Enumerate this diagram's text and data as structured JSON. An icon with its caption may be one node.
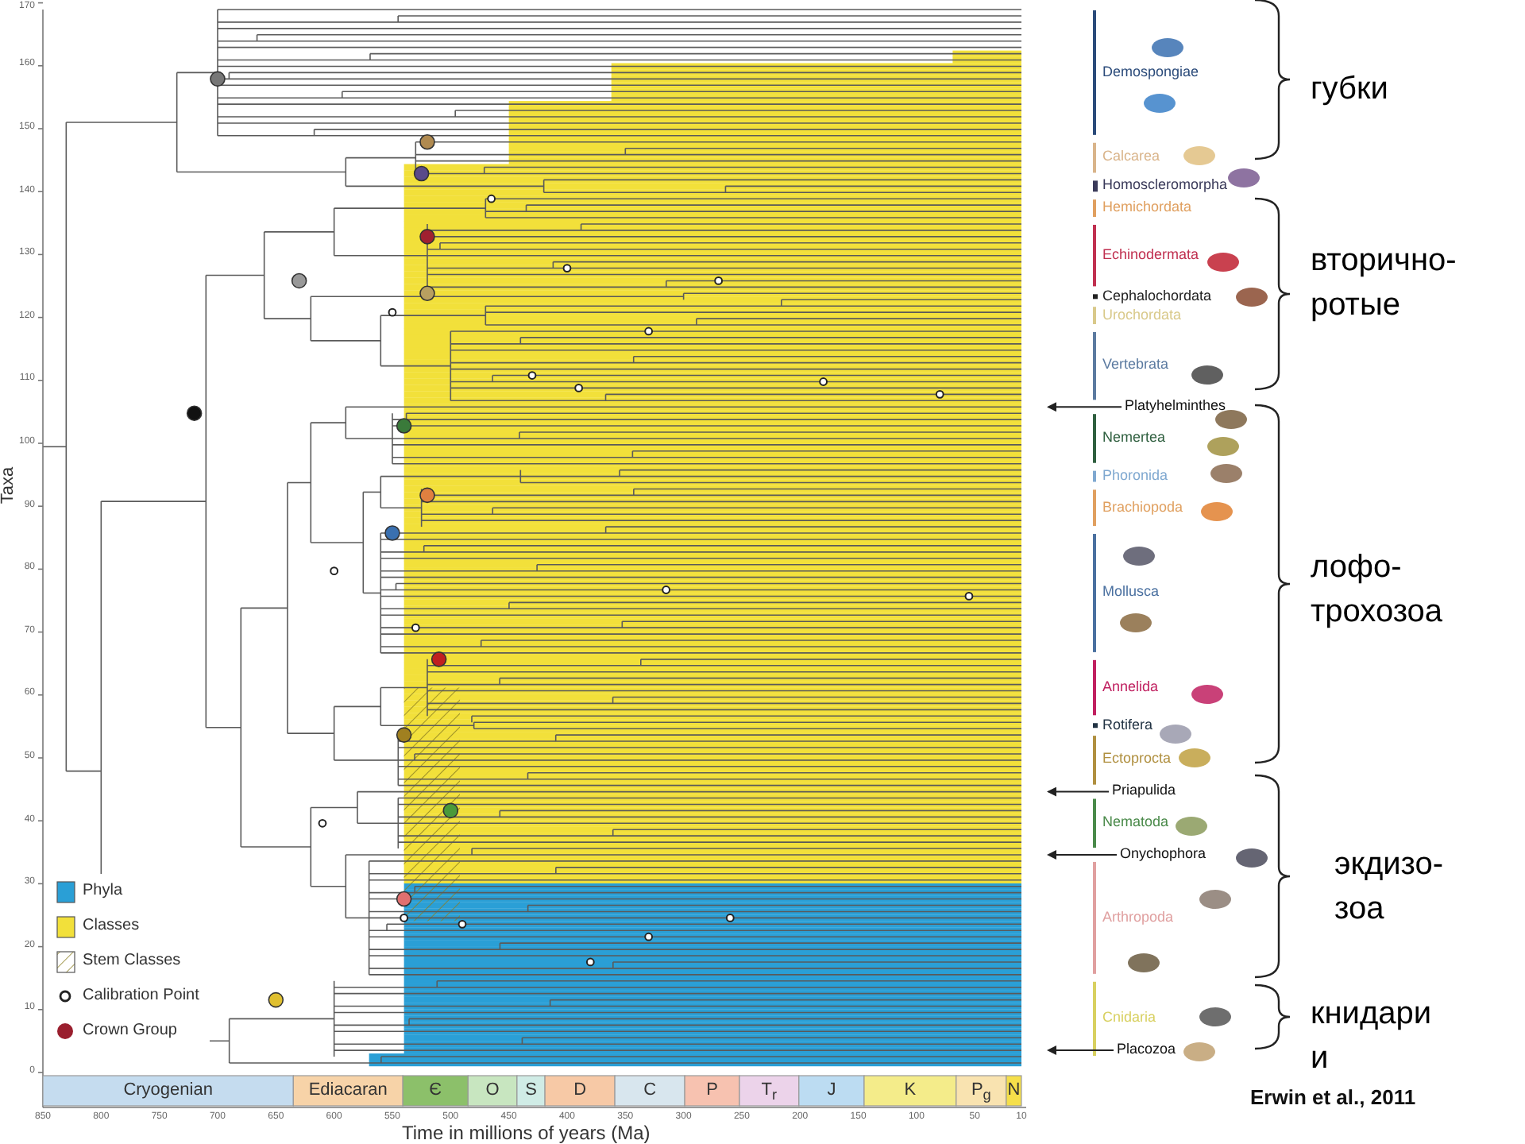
{
  "diagram": {
    "nodes": [
      {
        "text": [
          "Platyhelminthes"
        ]
      },
      {
        "text": [
          "Priapulida"
        ]
      },
      {
        "text": [
          "Onychophora"
        ]
      },
      {
        "text": [
          "Placozoa"
        ]
      }
    ],
    "edges": [
      {
        "from": 0,
        "to": null,
        "arrow": "to"
      },
      {
        "from": 1,
        "to": null,
        "arrow": "to"
      },
      {
        "from": 2,
        "to": null,
        "arrow": "to"
      },
      {
        "from": 3,
        "to": null,
        "arrow": "to"
      }
    ],
    "labels": [
      "губки",
      "вторично-ротые",
      "лофо-трохозоа",
      "экдизо-зоа",
      "книдари и",
      "Demospongiae",
      "Calcarea",
      "Homoscleromorpha",
      "Hemichordata",
      "Echinodermata",
      "Cephalochordata",
      "Urochordata",
      "Vertebrata",
      "Nemertea",
      "Phoronida",
      "Brachiopoda",
      "Mollusca",
      "Annelida",
      "Rotifera",
      "Ectoprocta",
      "Nematoda",
      "Arthropoda",
      "Cnidaria",
      "0",
      "10",
      "20",
      "30",
      "40",
      "50",
      "60",
      "70",
      "80",
      "90",
      "100",
      "110",
      "120",
      "130",
      "140",
      "150",
      "160",
      "170",
      "850",
      "800",
      "750",
      "700",
      "650",
      "600",
      "550",
      "500",
      "450",
      "400",
      "350",
      "300",
      "250",
      "200",
      "150",
      "100",
      "50",
      "10",
      "Cryogenian",
      "Ediacaran",
      "Є",
      "O",
      "S",
      "D",
      "C",
      "P",
      "T$_{r}$",
      "J",
      "K",
      "P$_{g}$",
      "N",
      "Taxa",
      "Time in millions of years (Ma)",
      "Erwin et al., 2011"
    ],
    "legend": [
      {
        "text": "Phyla",
        "color": "#2a9fd6"
      },
      {
        "text": "Classes",
        "color": "#f2e03a"
      },
      {
        "text": "Stem Classes"
      },
      {
        "text": "Calibration Point"
      },
      {
        "text": "Crown Group"
      }
    ]
  }
}
